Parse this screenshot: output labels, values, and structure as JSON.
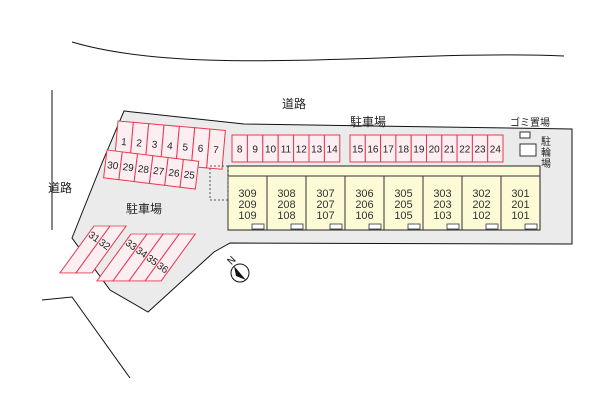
{
  "labels": {
    "road_top": "道路",
    "road_left": "道路",
    "parking_top": "駐車場",
    "parking_left": "駐車場",
    "garbage": "ゴミ置場",
    "bicycle": "駐輪場"
  },
  "compass": {
    "letter": "N"
  },
  "parking": {
    "top_left": [
      "1",
      "2",
      "3",
      "4",
      "5",
      "6",
      "7"
    ],
    "top_main": [
      "8",
      "9",
      "10",
      "11",
      "12",
      "13",
      "14"
    ],
    "top_right": [
      "15",
      "16",
      "17",
      "18",
      "19",
      "20",
      "21",
      "22",
      "23",
      "24"
    ],
    "second_row": [
      "30",
      "29",
      "28",
      "27",
      "26",
      "25"
    ],
    "diag_a": [
      "31",
      "32"
    ],
    "diag_b": [
      "33",
      "34",
      "35",
      "36"
    ]
  },
  "building": {
    "units": [
      [
        "309",
        "209",
        "109"
      ],
      [
        "308",
        "208",
        "108"
      ],
      [
        "307",
        "207",
        "107"
      ],
      [
        "306",
        "206",
        "106"
      ],
      [
        "305",
        "205",
        "105"
      ],
      [
        "303",
        "203",
        "103"
      ],
      [
        "302",
        "202",
        "102"
      ],
      [
        "301",
        "201",
        "101"
      ]
    ]
  },
  "colors": {
    "lot": "#ebebeb",
    "stall_fill": "#fdeef1",
    "stall_stroke": "#e8384f",
    "building": "#fdfbd6",
    "road_line": "#111111"
  }
}
